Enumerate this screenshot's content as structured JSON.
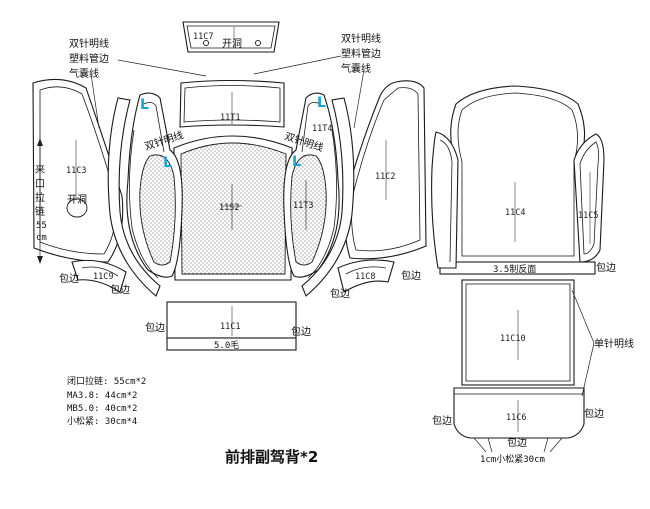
{
  "title": "前排副驾背*2",
  "pieces": {
    "c7": {
      "code": "11C7",
      "note": "开洞"
    },
    "t1": {
      "code": "11T1"
    },
    "t4": {
      "code": "11T4"
    },
    "c3": {
      "code": "11C3",
      "note": "开洞"
    },
    "c2": {
      "code": "11C2"
    },
    "s2": {
      "code": "11S2"
    },
    "t3": {
      "code": "11T3"
    },
    "c9": {
      "code": "11C9"
    },
    "c8": {
      "code": "11C8"
    },
    "c1": {
      "code": "11C1"
    },
    "c4": {
      "code": "11C4"
    },
    "c5": {
      "code": "11C5"
    },
    "c10": {
      "code": "11C10"
    },
    "c6": {
      "code": "11C6"
    }
  },
  "annotations": {
    "left_top": [
      "双针明线",
      "塑料管边",
      "气囊线"
    ],
    "right_top": [
      "双针明线",
      "塑料管边",
      "气囊线"
    ],
    "left_vertical": [
      "来",
      "口",
      "拉",
      "链",
      "55",
      "cm"
    ],
    "double_needle_left": "双针明线",
    "double_needle_right": "双针明线",
    "l_mark": "L",
    "wrap_edge": "包边",
    "c1_strip": "5.0毛",
    "c4_strip": "3.5制反面",
    "single_needle": "单针明线",
    "c6_bottom": "1cm小松紧30cm"
  },
  "notes": [
    "闭口拉链: 55cm*2",
    "MA3.8: 44cm*2",
    "MB5.0: 40cm*2",
    "小松紧: 30cm*4"
  ]
}
